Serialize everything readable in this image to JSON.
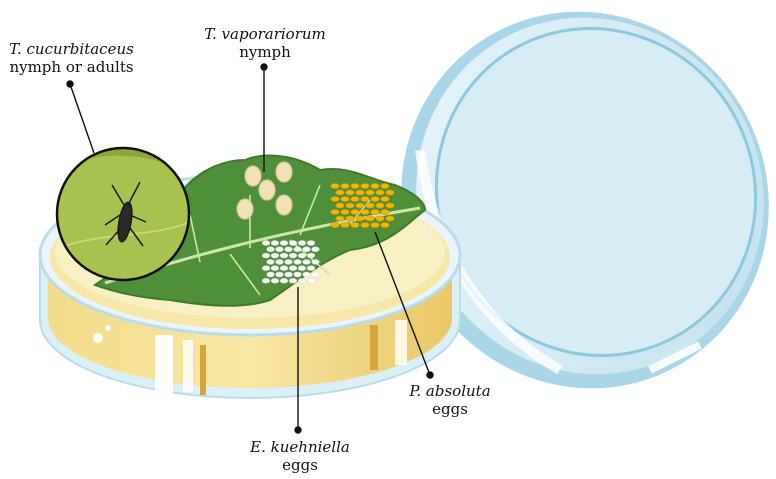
{
  "labels": {
    "cucurbitaceus": {
      "species": "T. cucurbitaceus",
      "stage": "nymph or adults"
    },
    "vaporariorum": {
      "species": "T. vaporariorum",
      "stage": "nymph"
    },
    "absoluta": {
      "species": "P. absoluta",
      "stage": "eggs"
    },
    "kuehniella": {
      "species": "E. kuehniella",
      "stage": "eggs"
    }
  },
  "colors": {
    "leaf": "#4f8f3a",
    "leaf_vein": "#cfe6a8",
    "agar": "#f6e7a9",
    "dish_band": "#e8c25a",
    "lid": "#cfe9f3",
    "lid_rim": "#7fc2da",
    "absoluta_eggs": "#f2b705",
    "kuehniella_eggs": "#ffffff",
    "vaporariorum_nymph": "#efe1b8"
  },
  "icons": [
    "petri-dish-icon",
    "petri-lid-icon",
    "tomato-leaf-icon",
    "magnifier-inset-icon",
    "insect-icon"
  ]
}
